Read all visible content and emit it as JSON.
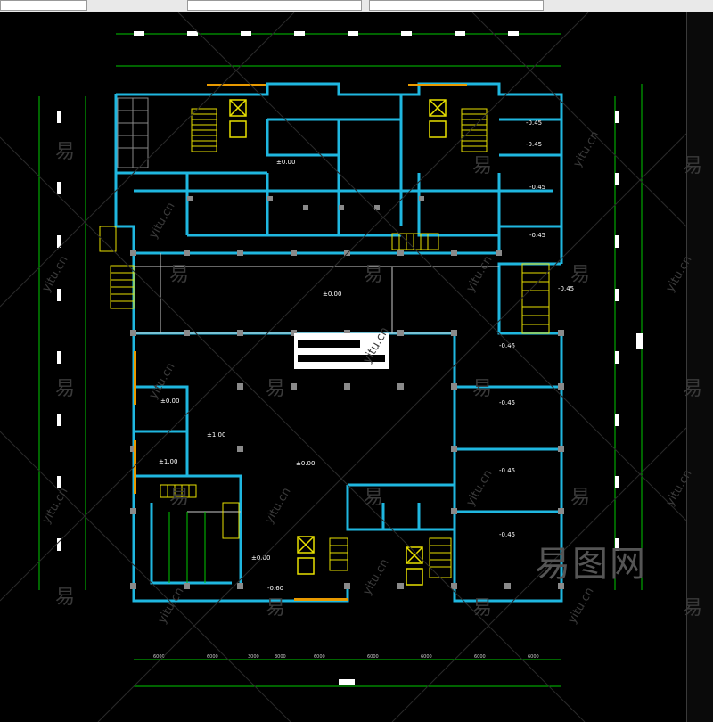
{
  "toolbar": {
    "field1": "",
    "field2": "",
    "field3": ""
  },
  "elevations": {
    "e1": "±0.00",
    "e2": "-0.45",
    "e3": "±0.00",
    "e4": "-0.45",
    "e5": "-0.45",
    "e6": "-0.45",
    "e7": "-0.45",
    "e8": "-0.45",
    "e9": "±0.00",
    "e10": "±1.00",
    "e11": "±1.00",
    "e12": "±0.00",
    "e13": "±0.00",
    "e14": "-0.60",
    "e15": "-0.45"
  },
  "dimensions": [
    "6000",
    "6000",
    "3000",
    "3000",
    "6000",
    "6000",
    "6000",
    "6000",
    "6000"
  ],
  "watermarks": {
    "char": "易",
    "url": "yitu.cn",
    "brand": "易图网"
  },
  "colors": {
    "background": "#000000",
    "walls": "#1fb7e0",
    "stairs": "#e8e000",
    "dims": "#00c800",
    "text": "#ffffff"
  }
}
